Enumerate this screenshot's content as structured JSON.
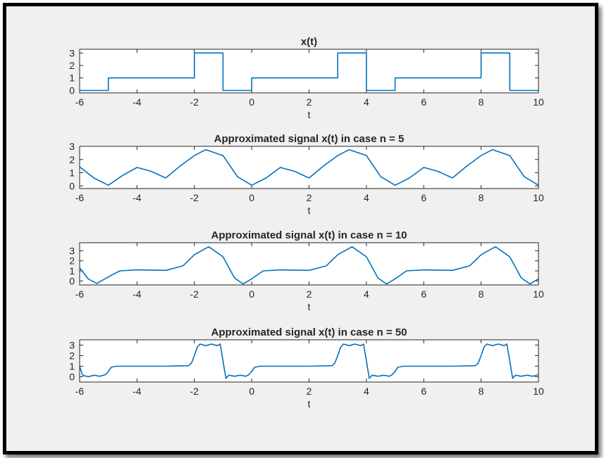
{
  "chart_data": [
    {
      "type": "line",
      "title": "x(t)",
      "xlabel": "t",
      "ylabel": "",
      "xlim": [
        -6,
        10
      ],
      "ylim": [
        -0.2,
        3.3
      ],
      "xticks": [
        "-6",
        "-4",
        "-2",
        "0",
        "2",
        "4",
        "6",
        "8",
        "10"
      ],
      "yticks": [
        "0",
        "1",
        "2",
        "3"
      ],
      "series": [
        {
          "x": [
            -6,
            -5,
            -5,
            -2,
            -2,
            -1,
            -1,
            0,
            0,
            3,
            3,
            4,
            4,
            5,
            5,
            8,
            8,
            9,
            9,
            10
          ],
          "y": [
            0,
            0,
            1,
            1,
            3,
            3,
            0,
            0,
            1,
            1,
            3,
            3,
            0,
            0,
            1,
            1,
            3,
            3,
            0,
            0
          ]
        }
      ]
    },
    {
      "type": "line",
      "title": "Approximated signal x(t) in case n = 5",
      "xlabel": "t",
      "ylabel": "",
      "xlim": [
        -6,
        10
      ],
      "ylim": [
        -0.2,
        3.0
      ],
      "xticks": [
        "-6",
        "-4",
        "-2",
        "0",
        "2",
        "4",
        "6",
        "8",
        "10"
      ],
      "yticks": [
        "0",
        "1",
        "2",
        "3"
      ],
      "series": [
        {
          "x": [
            -6,
            -5.5,
            -5,
            -4.5,
            -4,
            -3.5,
            -3,
            -2.5,
            -2,
            -1.6,
            -1,
            -0.5,
            0,
            0.5,
            1,
            1.5,
            2,
            2.5,
            3,
            3.4,
            4,
            4.5,
            5,
            5.5,
            6,
            6.5,
            7,
            7.5,
            8,
            8.4,
            9,
            9.5,
            10
          ],
          "y": [
            1.45,
            0.6,
            0.05,
            0.8,
            1.4,
            1.1,
            0.6,
            1.5,
            2.3,
            2.75,
            2.3,
            0.7,
            0.05,
            0.6,
            1.4,
            1.1,
            0.6,
            1.5,
            2.3,
            2.75,
            2.3,
            0.7,
            0.05,
            0.6,
            1.4,
            1.1,
            0.6,
            1.5,
            2.3,
            2.75,
            2.3,
            0.7,
            0.05
          ]
        }
      ]
    },
    {
      "type": "line",
      "title": "Approximated signal x(t) in case n = 10",
      "xlabel": "t",
      "ylabel": "",
      "xlim": [
        -6,
        10
      ],
      "ylim": [
        -0.4,
        3.8
      ],
      "xticks": [
        "-6",
        "-4",
        "-2",
        "0",
        "2",
        "4",
        "6",
        "8",
        "10"
      ],
      "yticks": [
        "0",
        "1",
        "2",
        "3"
      ],
      "series": [
        {
          "x": [
            -6,
            -5.7,
            -5.4,
            -5,
            -4.6,
            -4,
            -3,
            -2.4,
            -2,
            -1.5,
            -1,
            -0.6,
            -0.3,
            0,
            0.4,
            1,
            2,
            2.6,
            3,
            3.5,
            4,
            4.4,
            4.7,
            5,
            5.4,
            6,
            7,
            7.6,
            8,
            8.5,
            9,
            9.4,
            9.7,
            10
          ],
          "y": [
            1.3,
            0.2,
            -0.25,
            0.4,
            1.0,
            1.1,
            1.05,
            1.5,
            2.6,
            3.4,
            2.4,
            0.3,
            -0.3,
            0.2,
            1.0,
            1.1,
            1.05,
            1.5,
            2.6,
            3.4,
            2.4,
            0.3,
            -0.3,
            0.2,
            1.0,
            1.1,
            1.05,
            1.5,
            2.6,
            3.4,
            2.4,
            0.3,
            -0.3,
            0.2
          ]
        }
      ]
    },
    {
      "type": "line",
      "title": "Approximated signal x(t) in case n = 50",
      "xlabel": "t",
      "ylabel": "",
      "xlim": [
        -6,
        10
      ],
      "ylim": [
        -0.5,
        3.5
      ],
      "xticks": [
        "-6",
        "-4",
        "-2",
        "0",
        "2",
        "4",
        "6",
        "8",
        "10"
      ],
      "yticks": [
        "0",
        "1",
        "2",
        "3"
      ],
      "series": [
        {
          "x": [
            -6,
            -5.9,
            -5.7,
            -5.5,
            -5.3,
            -5.1,
            -5,
            -4.9,
            -4.7,
            -3,
            -2.2,
            -2.1,
            -2,
            -1.9,
            -1.8,
            -1.6,
            -1.4,
            -1.2,
            -1.1,
            -1,
            -0.9,
            -0.8,
            -0.6,
            -0.4,
            -0.2,
            -0.1,
            0,
            0.1,
            0.3,
            2,
            2.8,
            2.9,
            3,
            3.1,
            3.2,
            3.4,
            3.6,
            3.8,
            3.9,
            4,
            4.1,
            4.2,
            4.4,
            4.6,
            4.8,
            4.9,
            5,
            5.1,
            5.3,
            7,
            7.8,
            7.9,
            8,
            8.1,
            8.2,
            8.4,
            8.6,
            8.8,
            8.9,
            9,
            9.1,
            9.2,
            9.4,
            9.6,
            9.8,
            10
          ],
          "y": [
            1.0,
            0.15,
            0.0,
            0.15,
            0.05,
            0.2,
            0.5,
            0.9,
            1.0,
            1.0,
            1.05,
            1.3,
            2.0,
            2.8,
            3.1,
            2.95,
            3.1,
            2.95,
            3.1,
            1.5,
            -0.15,
            0.15,
            0.05,
            0.15,
            0.05,
            0.2,
            0.5,
            0.9,
            1.0,
            1.0,
            1.05,
            1.3,
            2.0,
            2.8,
            3.1,
            2.95,
            3.1,
            2.95,
            3.1,
            1.5,
            -0.15,
            0.15,
            0.05,
            0.15,
            0.05,
            0.2,
            0.5,
            0.9,
            1.0,
            1.0,
            1.05,
            1.3,
            2.0,
            2.8,
            3.1,
            2.95,
            3.1,
            2.95,
            3.1,
            1.5,
            -0.15,
            0.15,
            0.05,
            0.15,
            0.05,
            0.2
          ]
        }
      ]
    }
  ],
  "style": {
    "line_color": "#0072bd",
    "axes_bg": "#ffffff",
    "figure_bg": "#f0f0f0"
  }
}
